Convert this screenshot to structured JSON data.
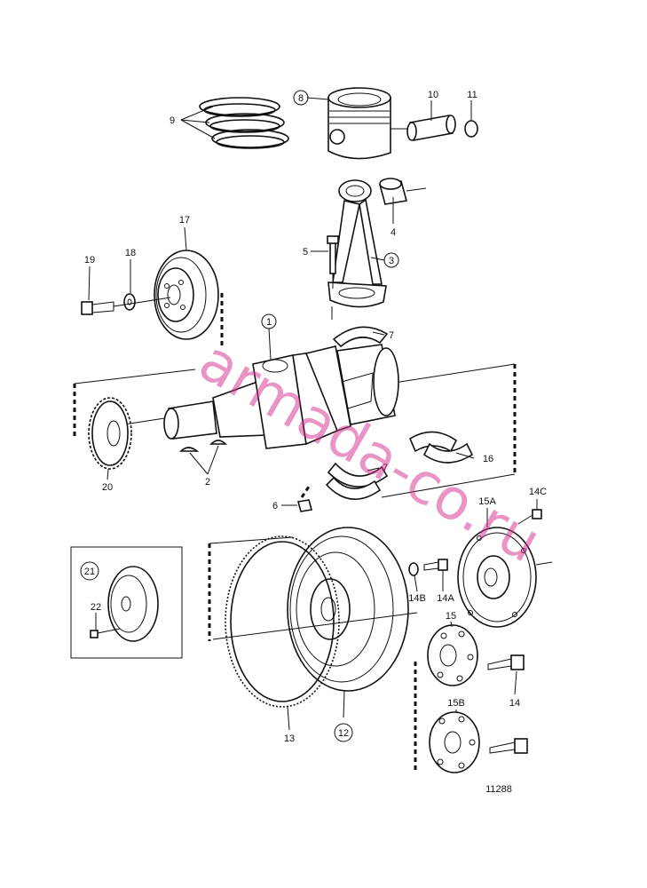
{
  "labels": {
    "l1": "1",
    "l2": "2",
    "l3": "3",
    "l4": "4",
    "l5": "5",
    "l6": "6",
    "l7a": "7",
    "l7b": "7",
    "l8": "8",
    "l9": "9",
    "l10": "10",
    "l11": "11",
    "l12": "12",
    "l13": "13",
    "l14": "14",
    "l14a": "14A",
    "l14b": "14B",
    "l14c": "14C",
    "l15": "15",
    "l15a": "15A",
    "l15b": "15B",
    "l16": "16",
    "l17": "17",
    "l18": "18",
    "l19": "19",
    "l20": "20",
    "l21": "21",
    "l22": "22"
  },
  "figure_number": "11288",
  "watermark": "armada-co.ru",
  "colors": {
    "line": "#111111",
    "watermark": "#d42c8c",
    "background": "#ffffff"
  }
}
